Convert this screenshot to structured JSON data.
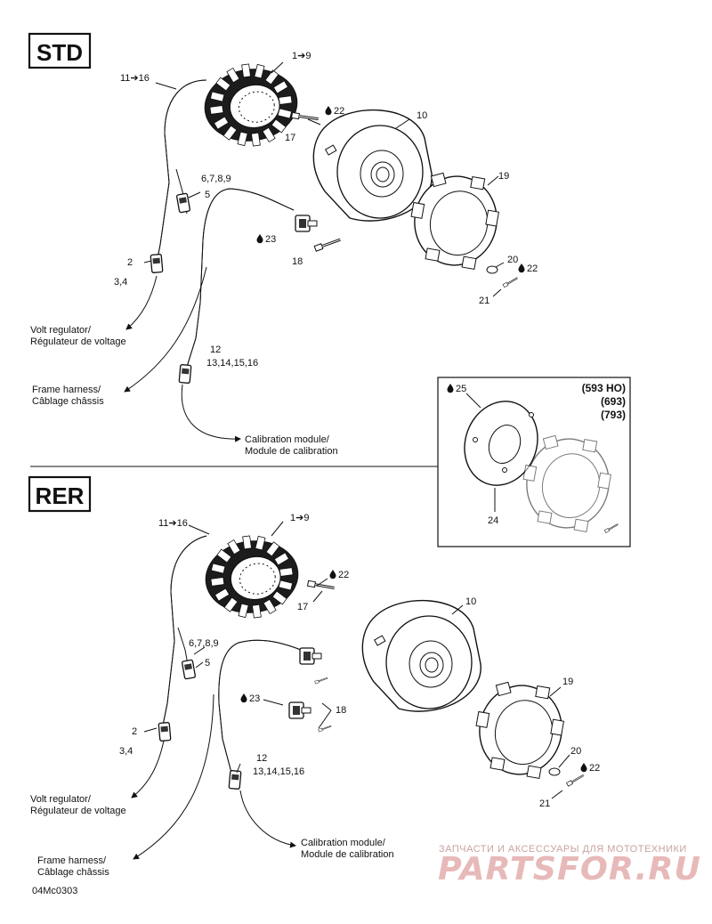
{
  "sections": {
    "std": {
      "badge": "STD",
      "labels": {
        "p1_9": "1➔9",
        "p11_16": "11➔16",
        "p22": "22",
        "p17": "17",
        "p10": "10",
        "p19": "19",
        "p6789": "6,7,8,9",
        "p5": "5",
        "p23": "23",
        "p18": "18",
        "p20": "20",
        "p22b": "22",
        "p21": "21",
        "p2": "2",
        "p34": "3,4",
        "p12": "12",
        "p13_16": "13,14,15,16"
      },
      "callouts": {
        "volt_en": "Volt regulator/",
        "volt_fr": "Régulateur de voltage",
        "frame_en": "Frame harness/",
        "frame_fr": "Câblage châssis",
        "calib_en": "Calibration module/",
        "calib_fr": "Module de calibration"
      }
    },
    "inset": {
      "models": [
        "(593 HO)",
        "(693)",
        "(793)"
      ],
      "p25": "25",
      "p24": "24"
    },
    "rer": {
      "badge": "RER",
      "labels": {
        "p11_16": "11➔16",
        "p1_9": "1➔9",
        "p22": "22",
        "p17": "17",
        "p10": "10",
        "p6789": "6,7,8,9",
        "p5": "5",
        "p23": "23",
        "p18": "18",
        "p19": "19",
        "p2": "2",
        "p34": "3,4",
        "p12": "12",
        "p13_16": "13,14,15,16",
        "p20": "20",
        "p22b": "22",
        "p21": "21"
      },
      "callouts": {
        "volt_en": "Volt regulator/",
        "volt_fr": "Régulateur de voltage",
        "frame_en": "Frame harness/",
        "frame_fr": "Câblage châssis",
        "calib_en": "Calibration module/",
        "calib_fr": "Module de calibration"
      }
    }
  },
  "footer": {
    "code": "04Mc0303"
  },
  "watermark": {
    "tagline": "ЗАПЧАСТИ И АКСЕССУАРЫ ДЛЯ МОТОТЕХНИКИ",
    "brand": "PARTSFOR.RU",
    "color": "#e7b9b9"
  },
  "icons": {
    "thread_locker": "drop-icon",
    "arrow": "arrow-icon"
  }
}
